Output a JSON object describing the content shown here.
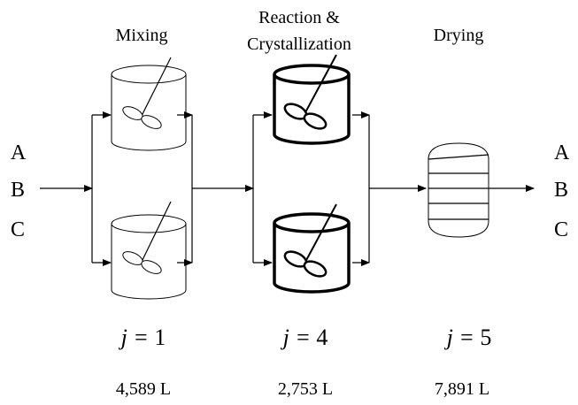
{
  "stages": [
    {
      "title_lines": [
        "Mixing"
      ],
      "j": "1",
      "volume": "4,589 L"
    },
    {
      "title_lines": [
        "Reaction &",
        "Crystallization"
      ],
      "j": "4",
      "volume": "2,753 L"
    },
    {
      "title_lines": [
        "Drying"
      ],
      "j": "5",
      "volume": "7,891 L"
    }
  ],
  "inputs": [
    "A",
    "B",
    "C"
  ],
  "outputs": [
    "A",
    "B",
    "C"
  ],
  "j_prefix": "j = "
}
